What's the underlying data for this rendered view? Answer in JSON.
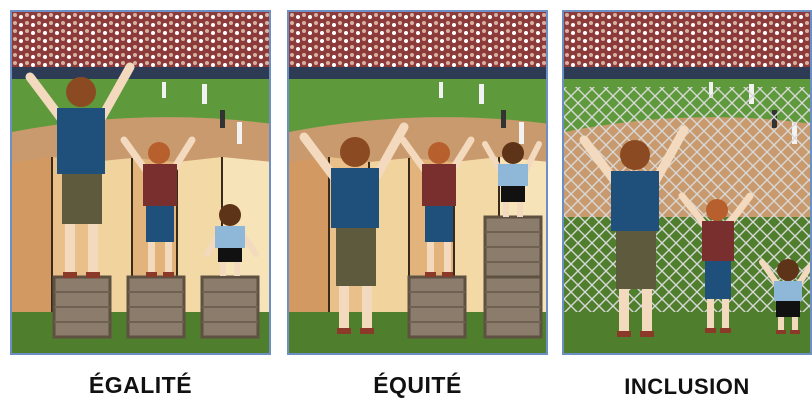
{
  "panels": [
    {
      "caption": "ÉGALITÉ"
    },
    {
      "caption": "ÉQUITÉ"
    },
    {
      "caption": "INCLUSION"
    }
  ],
  "colors": {
    "frame": "#6e8fc4",
    "grass": "#5b8a34",
    "dirt": "#c28a5d",
    "fence": "#e9c98c",
    "crate": "#8a7b6b",
    "shirt_tall": "#1e4f7a",
    "shirt_mid": "#7a2f2f",
    "shirt_small": "#8fb8d8"
  }
}
